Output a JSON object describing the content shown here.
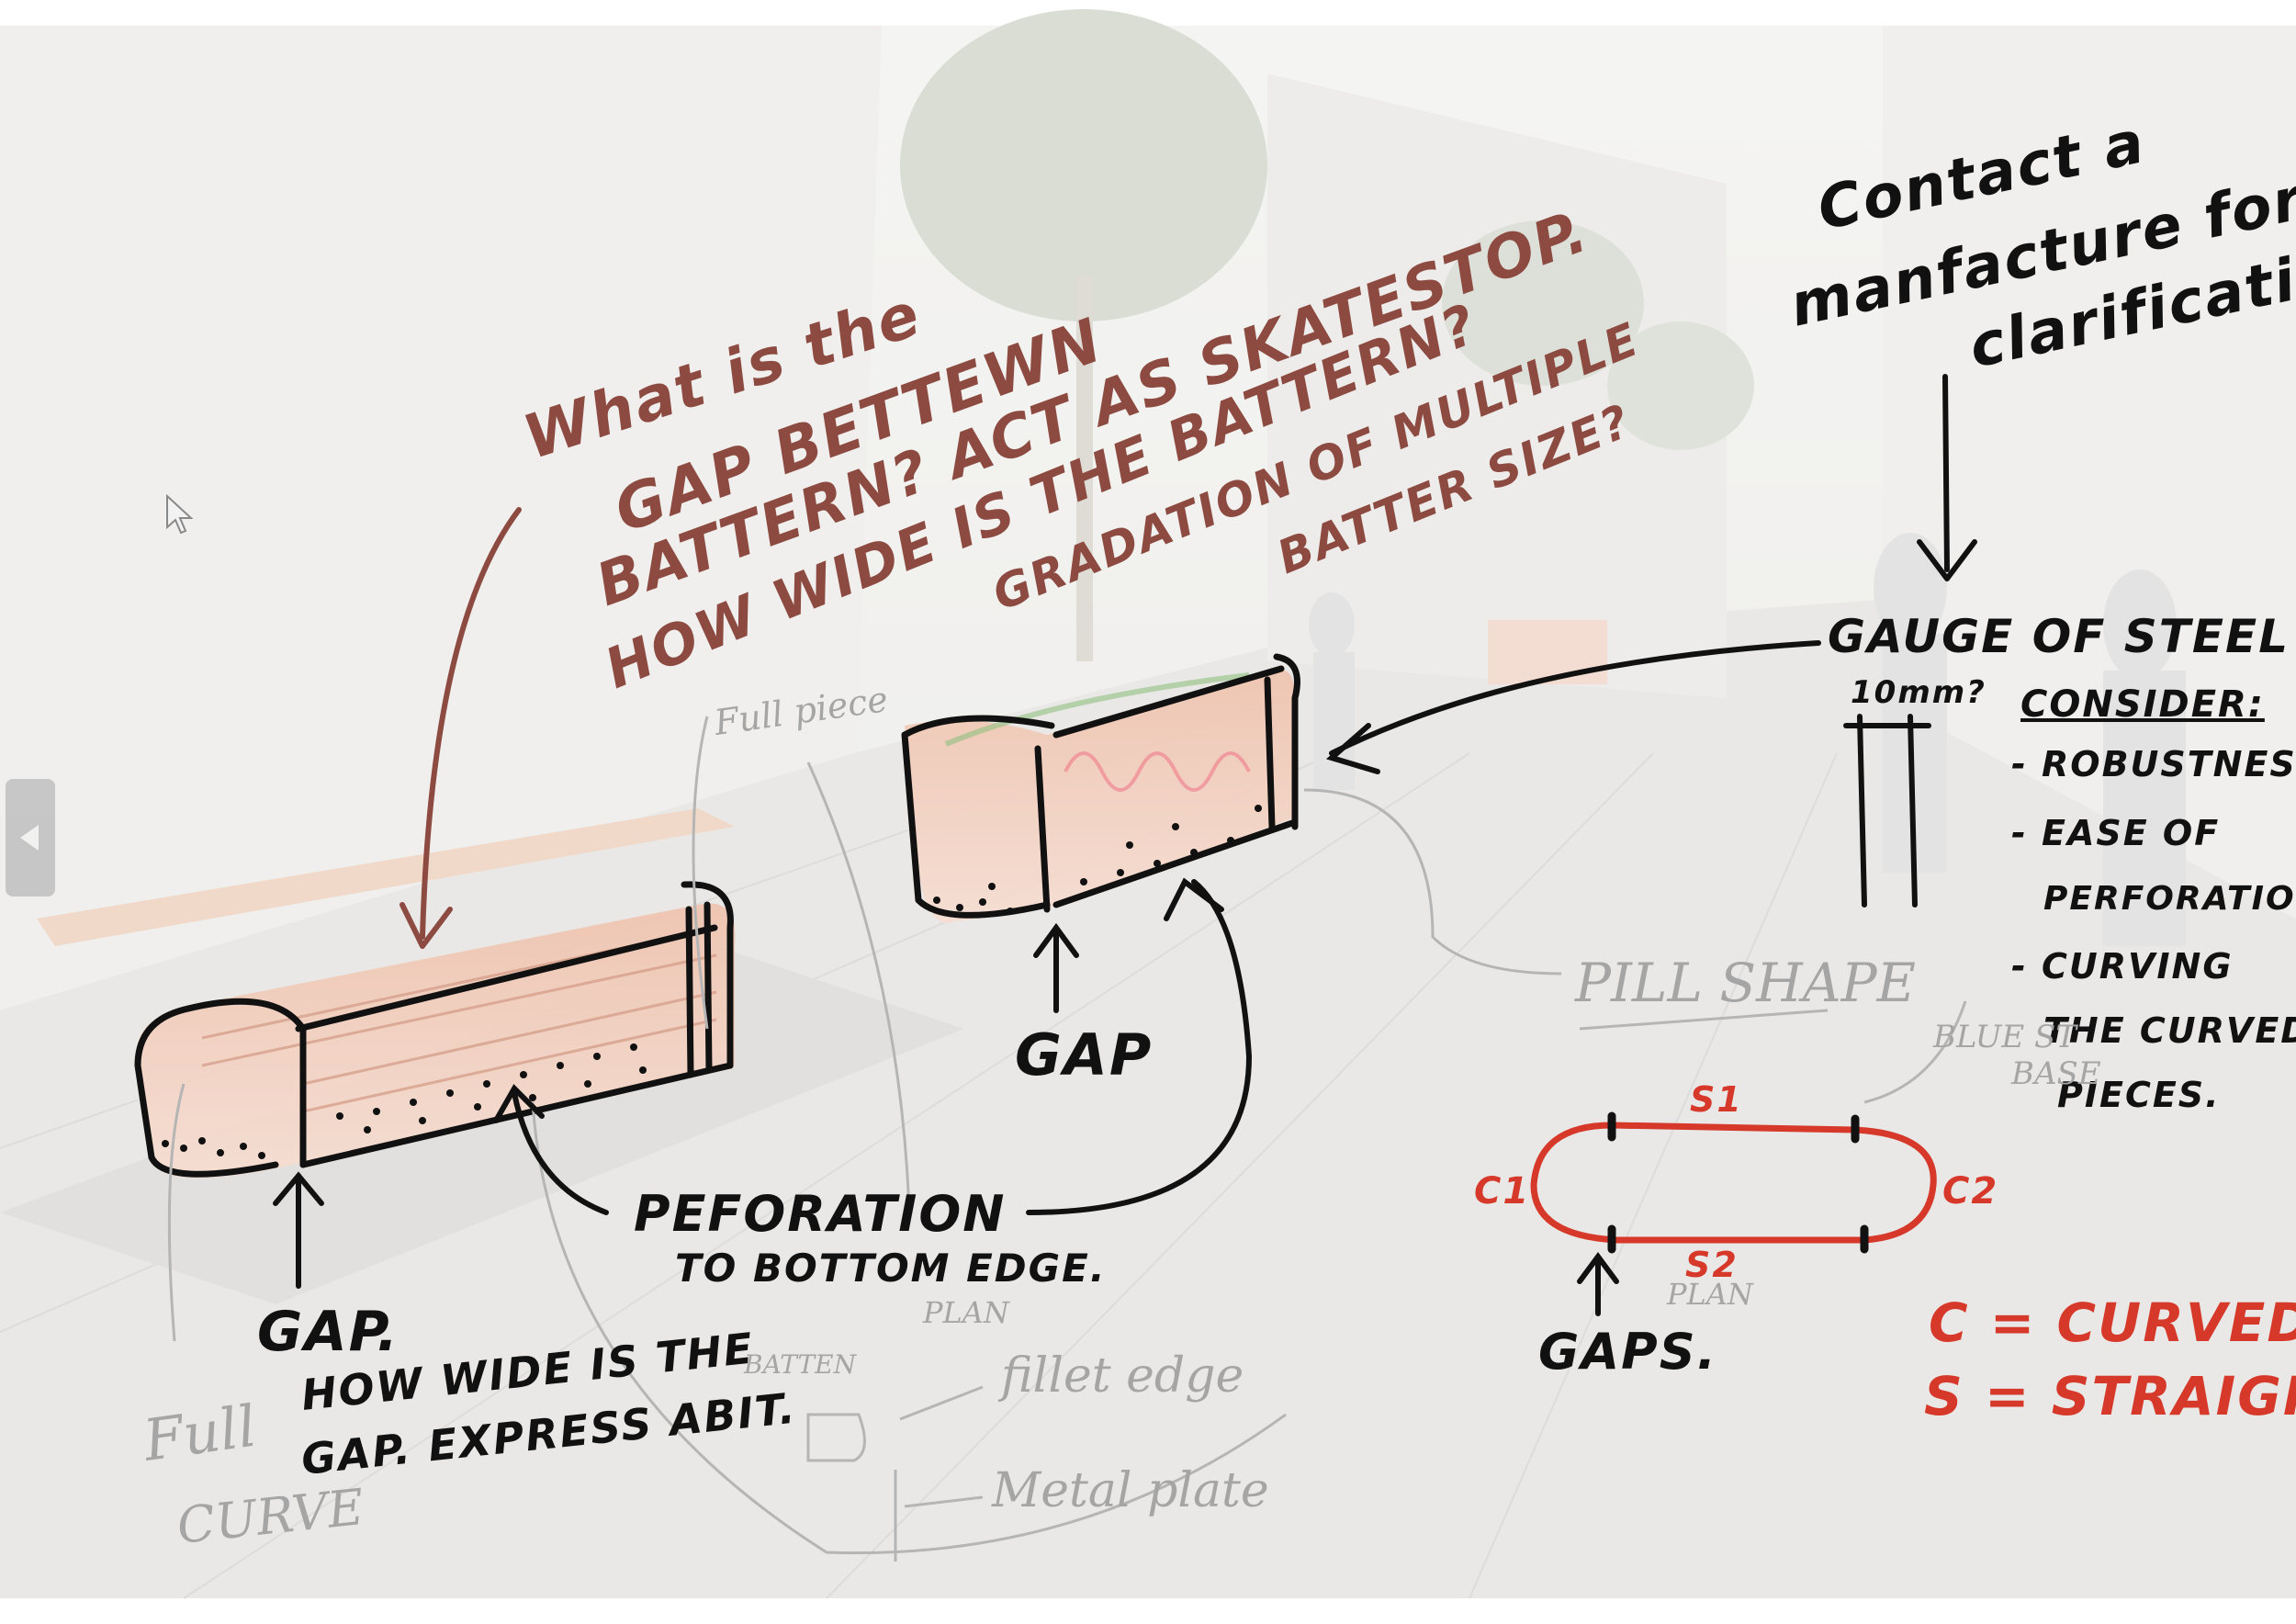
{
  "sketch": {
    "top_question": {
      "lines": [
        "What is the",
        "GAP BETTEWN",
        "BATTERN? ACT AS SKATESTOP.",
        "HOW WIDE IS THE BATTERN?",
        "GRADATION OF MULTIPLE",
        "BATTER SIZE?"
      ],
      "color": "#8c4a40"
    },
    "contact_note": {
      "lines": [
        "Contact a",
        "manfacture for",
        "clarification"
      ]
    },
    "gauge_note": {
      "title": "GAUGE OF STEEL",
      "dimension": "10mm?",
      "consider_label": "CONSIDER:",
      "items": [
        "- ROBUSTNESS",
        "- EASE OF",
        "PERFORATION",
        "- CURVING",
        "THE CURVED",
        "PIECES."
      ]
    },
    "left_bench": {
      "gap_label": "GAP.",
      "gap_note": [
        "HOW WIDE IS THE",
        "GAP. EXPRESS ABIT."
      ],
      "perforation_label": [
        "PEFORATION",
        "TO BOTTOM EDGE."
      ]
    },
    "right_bench": {
      "gap_label": "GAP"
    },
    "plan_diagram": {
      "top_label": "S1",
      "bottom_label": "S2",
      "left_label": "C1",
      "right_label": "C2",
      "gaps_label": "GAPS.",
      "legend": [
        "C = CURVED",
        "S = STRAIGHT."
      ],
      "color": "#d6382a"
    },
    "pencil_notes": {
      "full_piece": "Full piece",
      "pill_shape": "PILL SHAPE",
      "full_curve": [
        "Full",
        "CURVE"
      ],
      "plan_a": "PLAN",
      "plan_b": "PLAN",
      "batten": "BATTEN",
      "fillet_edge": "fillet edge",
      "metal_plate": "Metal plate",
      "bluestone_base": [
        "BLUE ST",
        "BASE"
      ]
    },
    "colors": {
      "ink": "#111111",
      "brown": "#8c4a40",
      "red": "#d6382a",
      "pencil": "#a5a5a5",
      "timber": "#e6b4a0"
    }
  },
  "ui": {
    "back_arrow_icon": "chevron-left-icon",
    "cursor_icon": "pointer-cursor-icon"
  }
}
